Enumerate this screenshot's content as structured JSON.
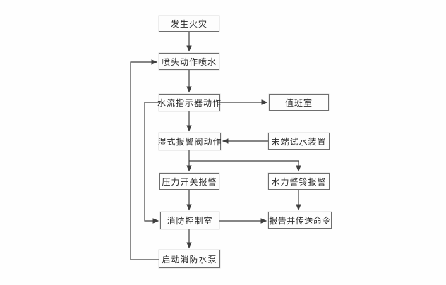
{
  "diagram": {
    "type": "flowchart",
    "nodes": {
      "fire": {
        "label": "发生火灾"
      },
      "sprinkler": {
        "label": "喷头动作喷水"
      },
      "flow_indicator": {
        "label": "水流指示器动作"
      },
      "duty_room": {
        "label": "值班室"
      },
      "wet_alarm_valve": {
        "label": "湿式报警阀动作"
      },
      "end_test_device": {
        "label": "末端试水装置"
      },
      "pressure_switch": {
        "label": "压力开关报警"
      },
      "hydraulic_bell": {
        "label": "水力警铃报警"
      },
      "fire_control_room": {
        "label": "消防控制室"
      },
      "report_command": {
        "label": "报告并传送命令"
      },
      "start_fire_pump": {
        "label": "启动消防水泵"
      }
    },
    "edges": [
      {
        "from": "fire",
        "to": "sprinkler"
      },
      {
        "from": "sprinkler",
        "to": "flow_indicator"
      },
      {
        "from": "flow_indicator",
        "to": "duty_room"
      },
      {
        "from": "flow_indicator",
        "to": "wet_alarm_valve"
      },
      {
        "from": "flow_indicator",
        "to": "fire_control_room"
      },
      {
        "from": "end_test_device",
        "to": "wet_alarm_valve"
      },
      {
        "from": "wet_alarm_valve",
        "to": "pressure_switch"
      },
      {
        "from": "wet_alarm_valve",
        "to": "hydraulic_bell"
      },
      {
        "from": "pressure_switch",
        "to": "fire_control_room"
      },
      {
        "from": "hydraulic_bell",
        "to": "report_command"
      },
      {
        "from": "fire_control_room",
        "to": "report_command"
      },
      {
        "from": "fire_control_room",
        "to": "start_fire_pump"
      },
      {
        "from": "start_fire_pump",
        "to": "sprinkler"
      }
    ],
    "colors": {
      "line": "#3f3f3f",
      "box_border": "#6e6e6e",
      "text": "#2b2b2b",
      "background": "#fefefe"
    }
  }
}
